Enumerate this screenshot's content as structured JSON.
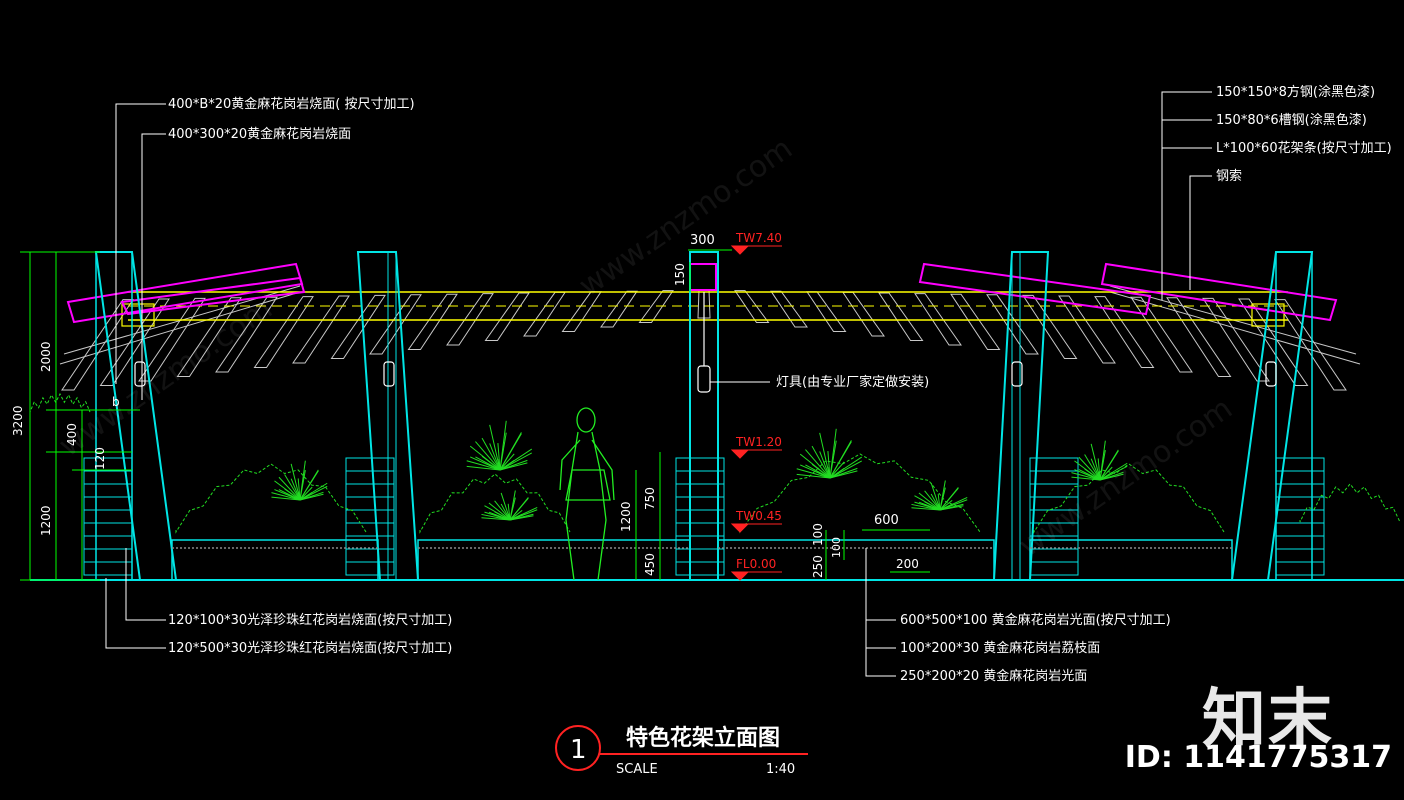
{
  "title": "特色花架立面图",
  "title_number": "1",
  "scale_label": "SCALE",
  "scale_value": "1:40",
  "brand": "知末",
  "id_label": "ID: 1141775317",
  "watermark": "www.znzmo.com",
  "colors": {
    "background": "#000000",
    "structure": "#00e5e5",
    "beam": "#c8c8c8",
    "dimension": "#00ff00",
    "callout": "#ffffff",
    "elevation": "#ff2222",
    "plant": "#22dd22",
    "magenta": "#ff00ff",
    "yellow": "#ffff00"
  },
  "callouts_left_top": [
    "400*B*20黄金麻花岗岩烧面( 按尺寸加工)",
    "400*300*20黄金麻花岗岩烧面"
  ],
  "callouts_right_top": [
    "150*150*8方钢(涂黑色漆)",
    "150*80*6槽钢(涂黑色漆)",
    "L*100*60花架条(按尺寸加工)",
    "钢索"
  ],
  "callout_lamp": "灯具(由专业厂家定做安装)",
  "callouts_left_bottom": [
    "120*100*30光泽珍珠红花岗岩烧面(按尺寸加工)",
    "120*500*30光泽珍珠红花岗岩烧面(按尺寸加工)"
  ],
  "callouts_right_bottom": [
    "600*500*100  黄金麻花岗岩光面(按尺寸加工)",
    "100*200*30  黄金麻花岗岩荔枝面",
    "250*200*20  黄金麻花岗岩光面"
  ],
  "elevations": [
    "TW7.40",
    "TW1.20",
    "TW0.45",
    "FL0.00"
  ],
  "dimensions": {
    "left_total": "3200",
    "left_upper": "2000",
    "left_mid": "400",
    "left_120": "120",
    "left_lower": "1200",
    "top_300": "300",
    "top_150": "150",
    "mid_750": "750",
    "mid_1200": "1200",
    "mid_450": "450",
    "r_250": "250",
    "r_100a": "100",
    "r_100b": "100",
    "r_600": "600",
    "r_200": "200",
    "b_mark": "b"
  }
}
